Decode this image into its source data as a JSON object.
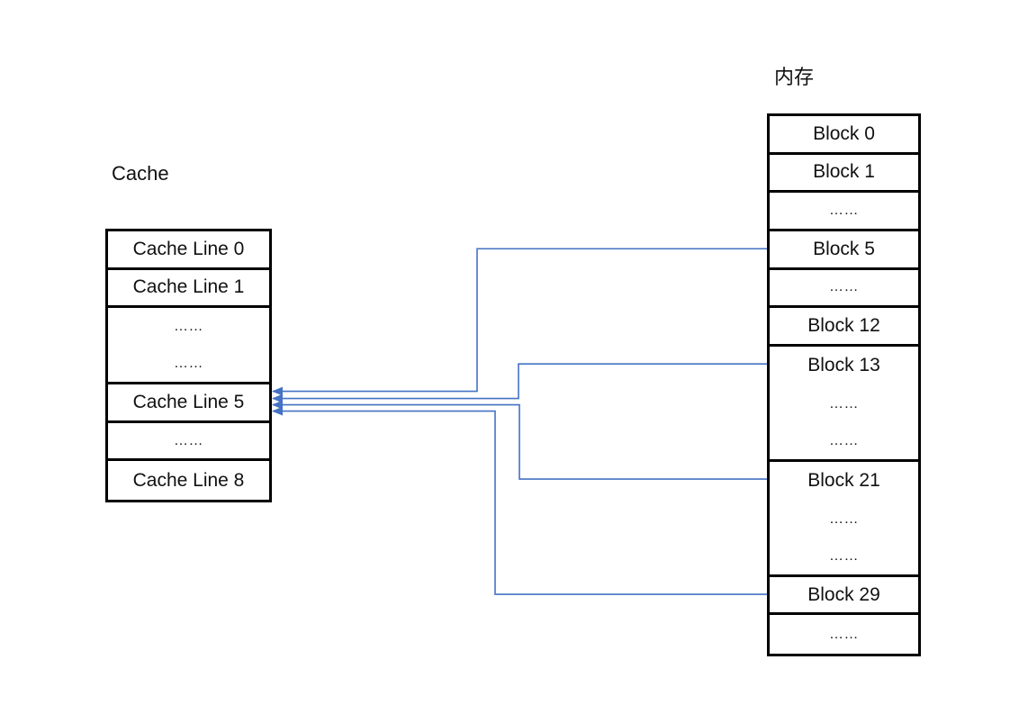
{
  "cache_title": "Cache",
  "memory_title": "内存",
  "cache_rows": [
    {
      "label": "Cache Line 0",
      "sep": true
    },
    {
      "label": "Cache Line 1",
      "sep": true
    },
    {
      "label": "……",
      "sep": false
    },
    {
      "label": "……",
      "sep": true
    },
    {
      "label": "Cache Line 5",
      "sep": true
    },
    {
      "label": "……",
      "sep": true
    },
    {
      "label": "Cache Line 8",
      "sep": false
    }
  ],
  "memory_rows": [
    {
      "label": "Block 0",
      "sep": true
    },
    {
      "label": "Block 1",
      "sep": true
    },
    {
      "label": "……",
      "sep": true
    },
    {
      "label": "Block 5",
      "sep": true
    },
    {
      "label": "……",
      "sep": true
    },
    {
      "label": "Block 12",
      "sep": true
    },
    {
      "label": "Block 13",
      "sep": false
    },
    {
      "label": "……",
      "sep": false
    },
    {
      "label": "……",
      "sep": true
    },
    {
      "label": "Block 21",
      "sep": false
    },
    {
      "label": "……",
      "sep": false
    },
    {
      "label": "……",
      "sep": true
    },
    {
      "label": "Block 29",
      "sep": true
    },
    {
      "label": "……",
      "sep": false
    }
  ],
  "mappings": [
    {
      "from": "Block 5",
      "to": "Cache Line 5"
    },
    {
      "from": "Block 13",
      "to": "Cache Line 5"
    },
    {
      "from": "Block 21",
      "to": "Cache Line 5"
    },
    {
      "from": "Block 29",
      "to": "Cache Line 5"
    }
  ],
  "arrow_color": "#4472C4"
}
